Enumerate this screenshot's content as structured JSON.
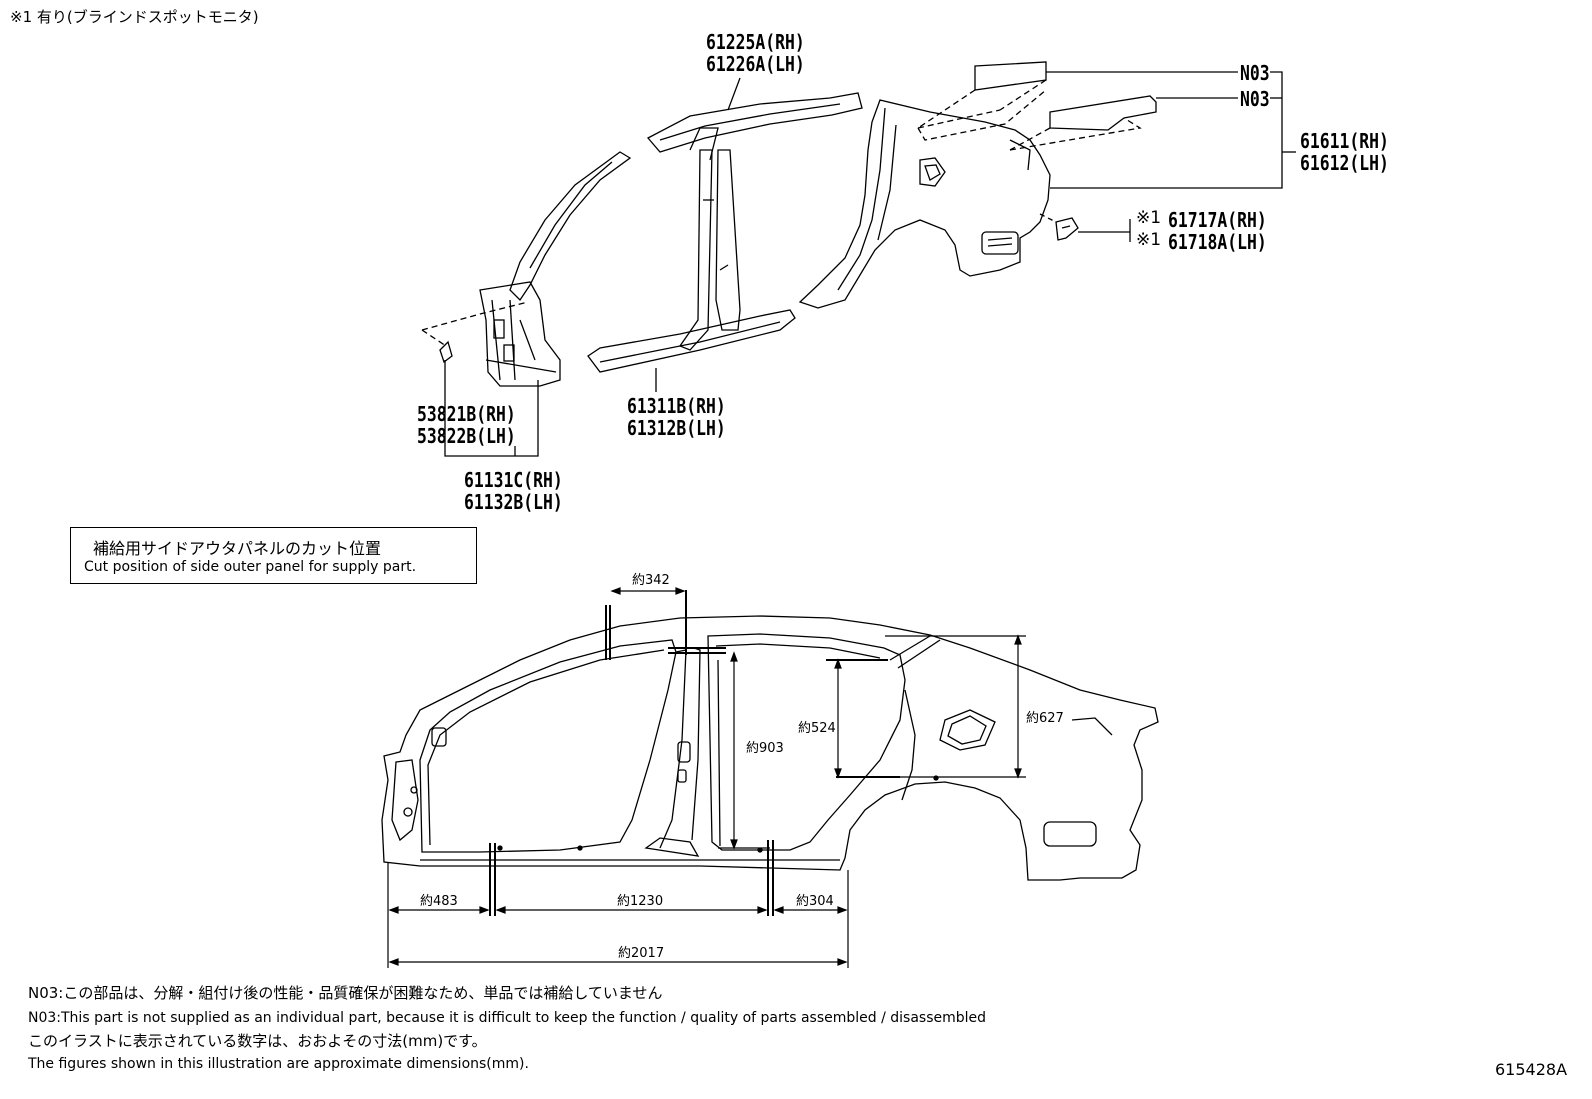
{
  "header_note": "※1 有り(ブラインドスポットモニタ)",
  "callouts": {
    "roof_side_rail": [
      "61225A(RH)",
      "61226A(LH)"
    ],
    "n03_top": "N03",
    "n03_second": "N03",
    "quarter_panel": [
      "61611(RH)",
      "61612(LH)"
    ],
    "bracket_marker": "※1",
    "bracket": [
      "61717A(RH)",
      "61718A(LH)"
    ],
    "rocker_panel": [
      "61311B(RH)",
      "61312B(LH)"
    ],
    "clip": [
      "53821B(RH)",
      "53822B(LH)"
    ],
    "front_pillar": [
      "61131C(RH)",
      "61132B(LH)"
    ]
  },
  "cut_position_box": {
    "jp": "補給用サイドアウタパネルのカット位置",
    "en": "Cut position of side outer panel for supply part."
  },
  "dimensions": {
    "d342": "約342",
    "d903": "約903",
    "d524": "約524",
    "d627": "約627",
    "d483": "約483",
    "d1230": "約1230",
    "d304": "約304",
    "d2017": "約2017"
  },
  "footer_notes": {
    "n03_jp": "N03:この部品は、分解・組付け後の性能・品質確保が困難なため、単品では補給していません",
    "n03_en": "N03:This part is not supplied as an individual part, because it is difficult to keep the function / quality of parts assembled / disassembled",
    "dims_jp": "このイラストに表示されている数字は、おおよその寸法(mm)です。",
    "dims_en": "The figures shown in this illustration are approximate dimensions(mm)."
  },
  "figure_id": "615428A"
}
